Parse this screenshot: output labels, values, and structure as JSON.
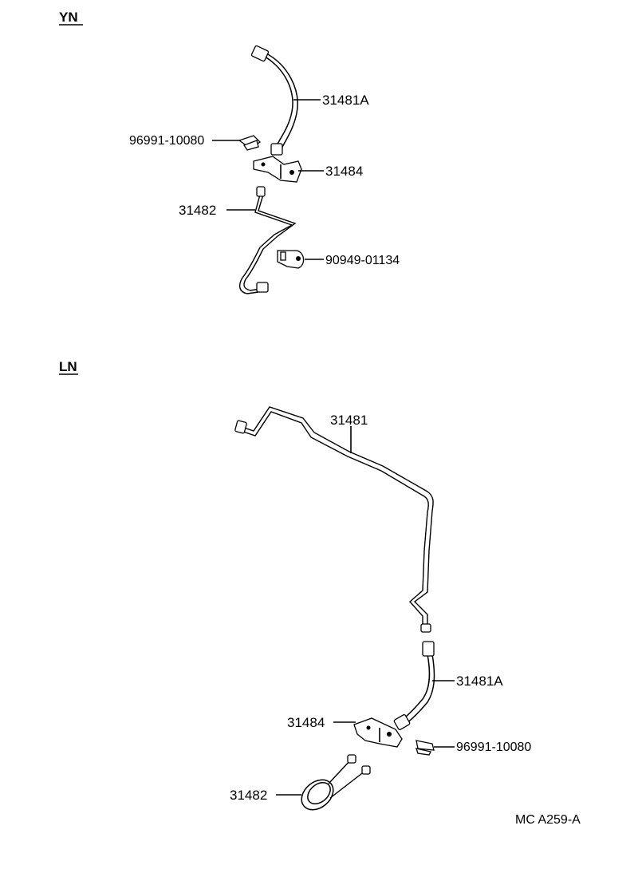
{
  "sections": {
    "yn": {
      "title": "YN",
      "labels": {
        "hose": "31481A",
        "clip": "96991-10080",
        "bracket": "31484",
        "tube": "31482",
        "retainer": "90949-01134"
      }
    },
    "ln": {
      "title": "LN",
      "labels": {
        "tube_long": "31481",
        "hose": "31481A",
        "bracket": "31484",
        "clip": "96991-10080",
        "coil_tube": "31482"
      }
    }
  },
  "figure_code": "MC A259-A"
}
